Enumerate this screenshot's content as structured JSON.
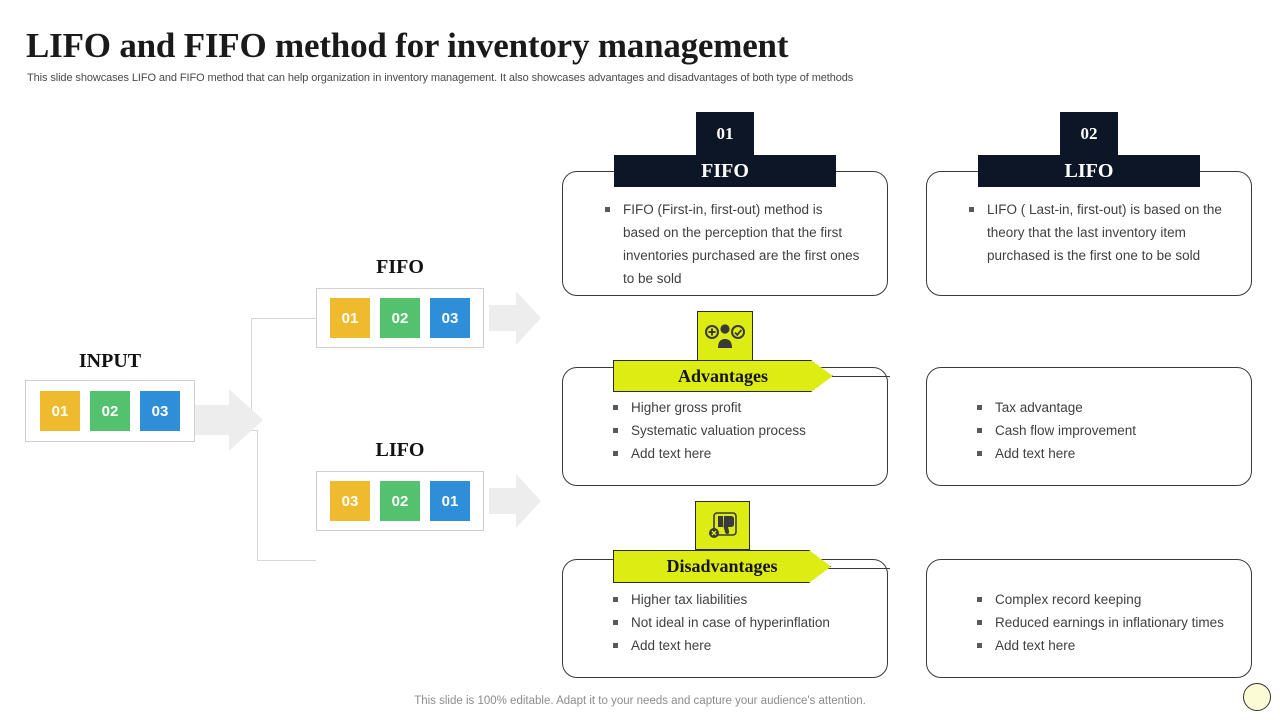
{
  "header": {
    "title": "LIFO and FIFO method for inventory management",
    "subtitle": "This slide showcases LIFO and FIFO  method that can help organization in inventory  management. It also showcases advantages and disadvantages of both type  of methods"
  },
  "colors": {
    "tile_amber": "#efba2e",
    "tile_green": "#54c16e",
    "tile_blue": "#2e8fd8",
    "dark_navy": "#0d1627",
    "banner_yellow": "#ddec12",
    "arrow_gray": "#ededed",
    "connector_gray": "#d6d6d6"
  },
  "flow": {
    "input": {
      "label": "INPUT",
      "tiles": [
        {
          "text": "01",
          "color": "#efba2e"
        },
        {
          "text": "02",
          "color": "#54c16e"
        },
        {
          "text": "03",
          "color": "#2e8fd8"
        }
      ]
    },
    "fifo": {
      "label": "FIFO",
      "tiles": [
        {
          "text": "01",
          "color": "#efba2e"
        },
        {
          "text": "02",
          "color": "#54c16e"
        },
        {
          "text": "03",
          "color": "#2e8fd8"
        }
      ]
    },
    "lifo": {
      "label": "LIFO",
      "tiles": [
        {
          "text": "03",
          "color": "#efba2e"
        },
        {
          "text": "02",
          "color": "#54c16e"
        },
        {
          "text": "01",
          "color": "#2e8fd8"
        }
      ]
    }
  },
  "methods": [
    {
      "number": "01",
      "name": "FIFO",
      "description": "FIFO (First-in, first-out) method is based on the perception that the first inventories purchased are the first ones to be sold"
    },
    {
      "number": "02",
      "name": "LIFO",
      "description": "LIFO ( Last-in, first-out) is based on the theory that the last inventory item purchased is the first one to be sold"
    }
  ],
  "sections": [
    {
      "banner_label": "Advantages",
      "icon": "person-plus-check-icon",
      "fifo_bullets": [
        "Higher gross profit",
        "Systematic valuation process",
        "Add text here"
      ],
      "lifo_bullets": [
        "Tax advantage",
        "Cash flow improvement",
        "Add text here"
      ]
    },
    {
      "banner_label": "Disadvantages",
      "icon": "thumbs-down-icon",
      "fifo_bullets": [
        "Higher tax liabilities",
        "Not ideal in case of hyperinflation",
        "Add text here"
      ],
      "lifo_bullets": [
        "Complex record keeping",
        "Reduced earnings in inflationary times",
        "Add text here"
      ]
    }
  ],
  "footer": {
    "note": "This slide is 100% editable. Adapt it to your needs and capture your audience's attention."
  }
}
